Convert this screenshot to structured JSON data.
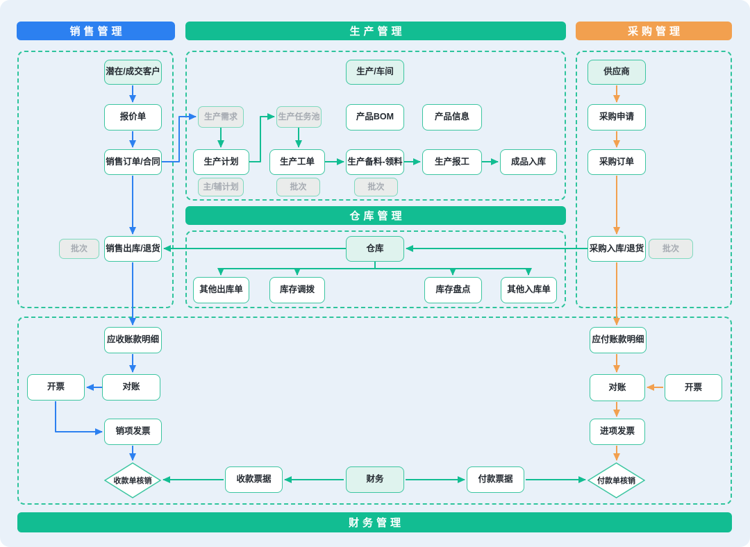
{
  "colors": {
    "background": "#E9F1F9",
    "blue": "#2C80F0",
    "green": "#12BD92",
    "orange": "#F2A04F",
    "node_border": "#3BC5A0",
    "region_border": "#2EC49C",
    "mint_fill": "#DFF3EE",
    "gray_fill": "#EAECEB",
    "gray_border": "#7FD9BE",
    "gray_text": "#A6ABB2",
    "text": "#242A31"
  },
  "headers": {
    "sales": "销售管理",
    "production": "生产管理",
    "purchase": "采购管理",
    "warehouse": "仓库管理",
    "finance": "财务管理"
  },
  "nodes": {
    "customer": "潜在/成交客户",
    "quote": "报价单",
    "sales_order": "销售订单/合同",
    "batch_sales": "批次",
    "sales_outbound": "销售出库/退货",
    "workshop": "生产/车间",
    "prod_demand": "生产需求",
    "prod_task_pool": "生产任务池",
    "product_bom": "产品BOM",
    "product_info": "产品信息",
    "prod_plan": "生产计划",
    "prod_workorder": "生产工单",
    "prod_material": "生产备料-领料",
    "prod_report": "生产报工",
    "finished_inbound": "成品入库",
    "main_aux_plan": "主/辅计划",
    "batch_workorder": "批次",
    "batch_material": "批次",
    "warehouse": "仓库",
    "other_outbound": "其他出库单",
    "inventory_transfer": "库存调拨",
    "inventory_count": "库存盘点",
    "other_inbound": "其他入库单",
    "supplier": "供应商",
    "purchase_request": "采购申请",
    "purchase_order": "采购订单",
    "purchase_inbound": "采购入库/退货",
    "batch_purchase": "批次",
    "ar_detail": "应收账款明细",
    "invoice_left": "开票",
    "reconcile_left": "对账",
    "sales_invoice": "销项发票",
    "receipt_writeoff": "收款单核销",
    "receipt_note": "收款票据",
    "finance": "财务",
    "payment_note": "付款票据",
    "payment_writeoff": "付款单核销",
    "ap_detail": "应付账款明细",
    "reconcile_right": "对账",
    "invoice_right": "开票",
    "purchase_invoice": "进项发票"
  }
}
